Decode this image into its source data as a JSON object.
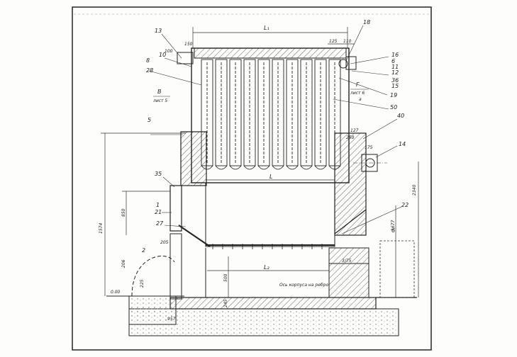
{
  "colors": {
    "paper": "#fdfdfb",
    "ink": "#1e1e1e",
    "hatch": "#555555",
    "concrete": "#9a9a9a"
  },
  "callouts": {
    "n13": "13",
    "n10": "10",
    "n8": "8",
    "n28": "28",
    "n5": "5",
    "n35": "35",
    "n1": "1",
    "n21": "21",
    "n27": "27",
    "n2": "2",
    "n18": "18",
    "n16": "16",
    "n6a": "6",
    "n11": "11",
    "n12": "12",
    "n36": "36",
    "n15": "15",
    "n19": "19",
    "n50": "50",
    "n40": "40",
    "n14": "14",
    "n22": "22",
    "n6b": "6"
  },
  "dims": {
    "L1": "L₁",
    "L": "L",
    "L2": "L₂",
    "d125": "125",
    "d110": "110",
    "d150": "150",
    "d1574": "1574",
    "d850": "850",
    "d2340": "2340",
    "d1677": "1677",
    "d500": "500",
    "d225": "225",
    "d205": "205",
    "d206": "206",
    "d245": "245",
    "d000": "0.00",
    "d375": "3/75",
    "d175": "175",
    "d250": "250",
    "d127": "127",
    "d100": "100",
    "d957": "957"
  },
  "notes": {
    "viewB": "В",
    "viewB_sub": "лист 5",
    "viewG": "Г",
    "viewG_sub": "лист 6",
    "viewG_sub2": "а",
    "floor_note": "Ось корпуса на ребро"
  }
}
